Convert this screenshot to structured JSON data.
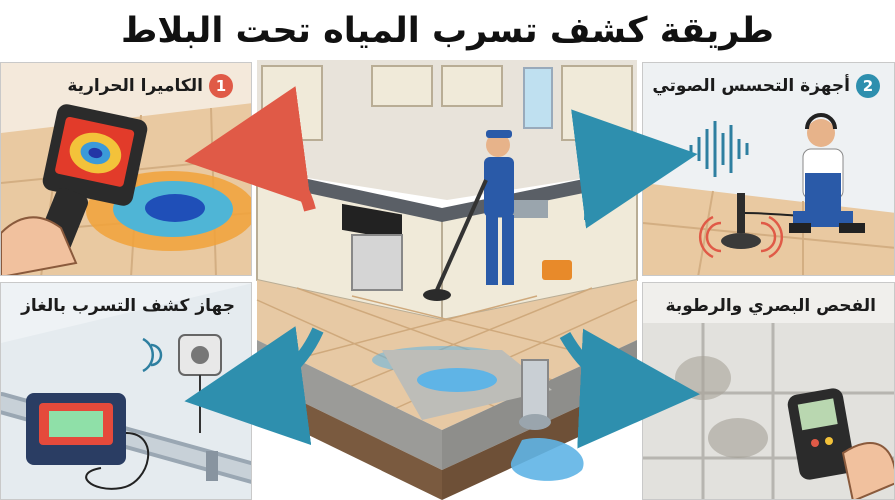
{
  "title": "طريقة كشف تسرب المياه تحت البلاط",
  "methods": {
    "thermal": {
      "number": "1",
      "label": "الكاميرا الحرارية",
      "icon": "thermal-camera-icon"
    },
    "acoustic": {
      "number": "2",
      "label": "أجهزة التحسس الصوتي",
      "icon": "acoustic-listening-device-icon"
    },
    "gas": {
      "label": "جهاز كشف التسرب بالغاز",
      "icon": "gas-leak-detector-icon"
    },
    "visual": {
      "label": "الفحص البصري والرطوبة",
      "icon": "moisture-meter-icon"
    }
  },
  "colors": {
    "red_arrow": "#e05a47",
    "blue_arrow": "#2e8fae",
    "water": "#5fb4e6",
    "tile": "#e7c9a4"
  }
}
